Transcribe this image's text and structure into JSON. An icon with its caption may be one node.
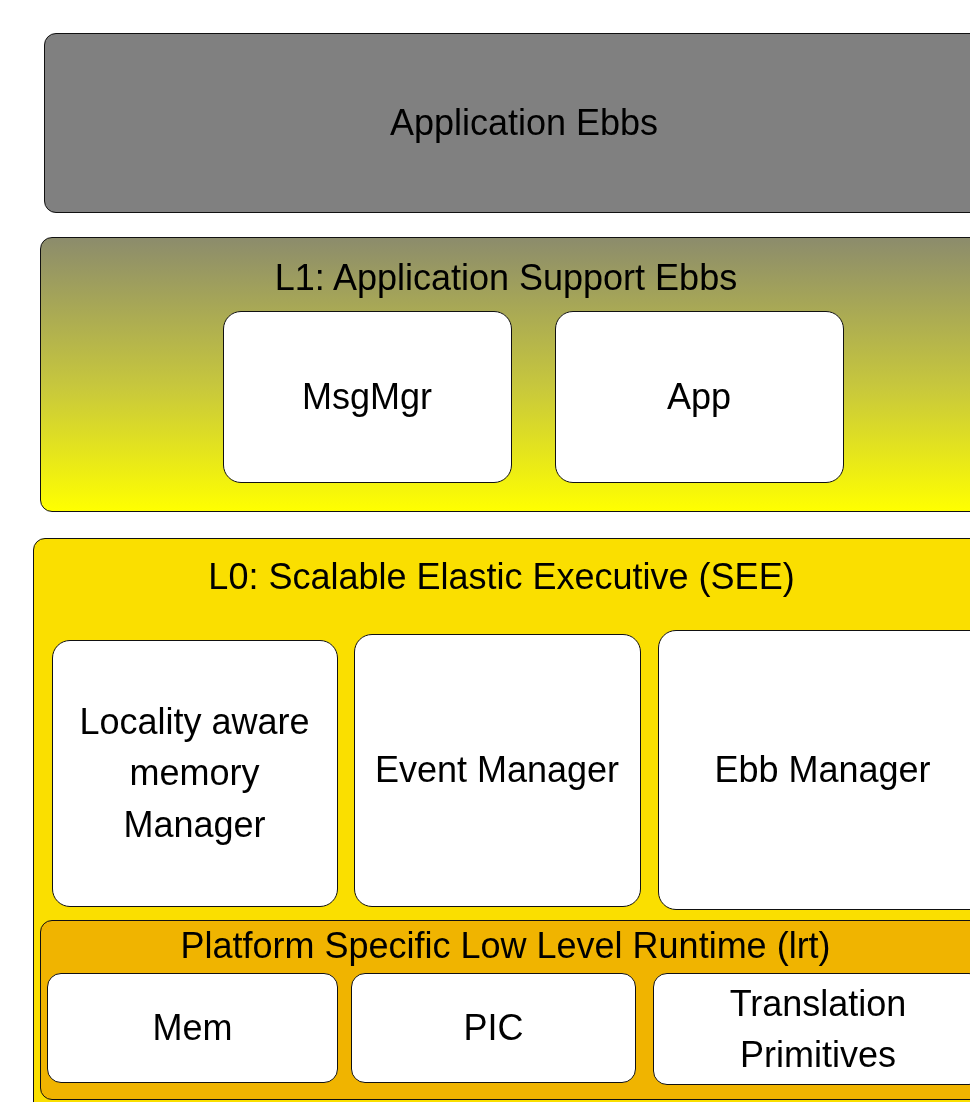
{
  "diagram": {
    "nodes": [
      {
        "text": [
          "Application Ebbs"
        ]
      },
      {
        "text": [
          "L1: Application Support Ebbs"
        ]
      },
      {
        "text": [
          "MsgMgr"
        ],
        "in": 1
      },
      {
        "text": [
          "App"
        ],
        "in": 1
      },
      {
        "text": [
          "L0: Scalable Elastic Executive (SEE)"
        ]
      },
      {
        "text": [
          "Locality aware memory Manager"
        ],
        "in": 4
      },
      {
        "text": [
          "Event Manager"
        ],
        "in": 4
      },
      {
        "text": [
          "Ebb Manager"
        ],
        "in": 4
      },
      {
        "text": [
          "Platform Specific Low Level Runtime (lrt)"
        ],
        "in": 4
      },
      {
        "text": [
          "Mem"
        ],
        "in": 8
      },
      {
        "text": [
          "PIC"
        ],
        "in": 8
      },
      {
        "text": [
          "Translation Primitives"
        ],
        "in": 8
      }
    ]
  }
}
